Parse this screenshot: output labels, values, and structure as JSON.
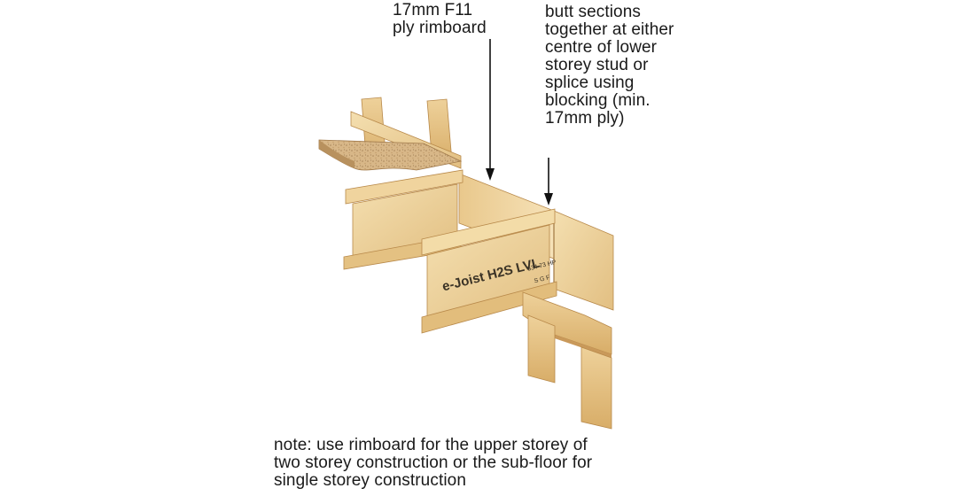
{
  "labels": {
    "rimboard": "17mm F11\nply rimboard",
    "butt_sections": "butt sections\ntogether at either\ncentre of lower\nstorey stud or\nsplice using\nblocking (min.\n17mm ply)",
    "note": "note: use rimboard for the upper storey of\ntwo storey construction or the sub-floor for\nsingle storey construction"
  },
  "stamp": {
    "brand": "e-Joist H2S LVL",
    "code1": "534 73 HP",
    "code2": "S G F"
  },
  "colors": {
    "timber_light": "#f2d9a6",
    "timber_mid": "#e4c182",
    "timber_dark": "#c89a55",
    "particleboard": "#d9b98a",
    "arrow": "#111111"
  }
}
